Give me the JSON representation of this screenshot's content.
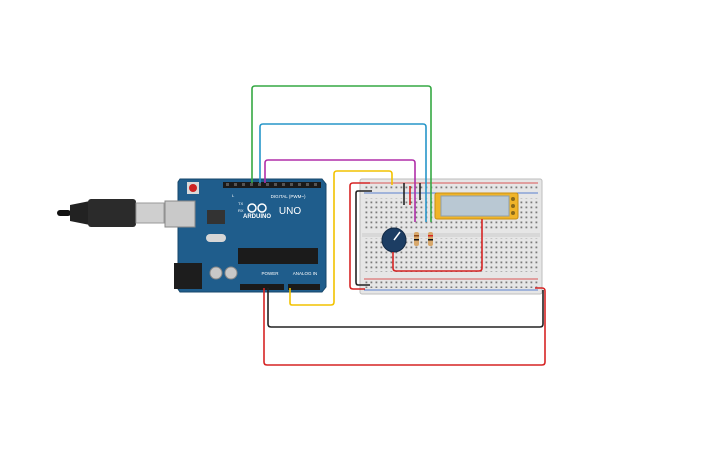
{
  "canvas": {
    "background": "#ffffff"
  },
  "arduino": {
    "model_label": "UNO",
    "brand_label": "ARDUINO",
    "digital_header_label": "DIGITAL (PWM~)",
    "power_header_label": "POWER",
    "analog_header_label": "ANALOG IN",
    "tx_label": "TX",
    "rx_label": "RX",
    "l_label": "L",
    "board_color": "#1f5d8c"
  },
  "breadboard": {
    "color": "#e6e6e6"
  },
  "lcd": {
    "frame_color": "#f0b429",
    "screen_color": "#b9c8d3"
  },
  "potentiometer": {
    "knob_color": "#1c3d63"
  },
  "wires": {
    "green": "#35a843",
    "blue": "#2696c9",
    "magenta": "#b02ea8",
    "yellow": "#f2c200",
    "red": "#d62424",
    "black": "#222222"
  },
  "icons": [
    "usb-plug-icon",
    "power-jack-icon",
    "reset-button-icon",
    "crystal-icon",
    "microcontroller-chip-icon"
  ]
}
